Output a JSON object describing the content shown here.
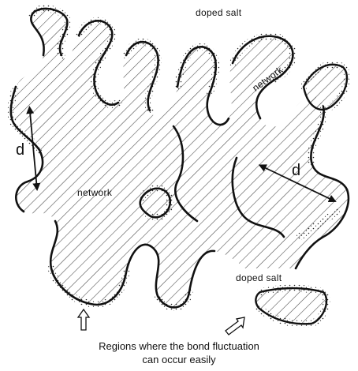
{
  "labels": {
    "doped_salt_top": "doped salt",
    "doped_salt_bottom": "doped salt",
    "network_left": "network",
    "network_right": "network",
    "d_left": "d",
    "d_right": "d"
  },
  "caption": {
    "line1": "Regions where the bond fluctuation",
    "line2": "can occur easily"
  },
  "colors": {
    "ink": "#111111",
    "hatch": "#444444",
    "background": "#ffffff"
  }
}
